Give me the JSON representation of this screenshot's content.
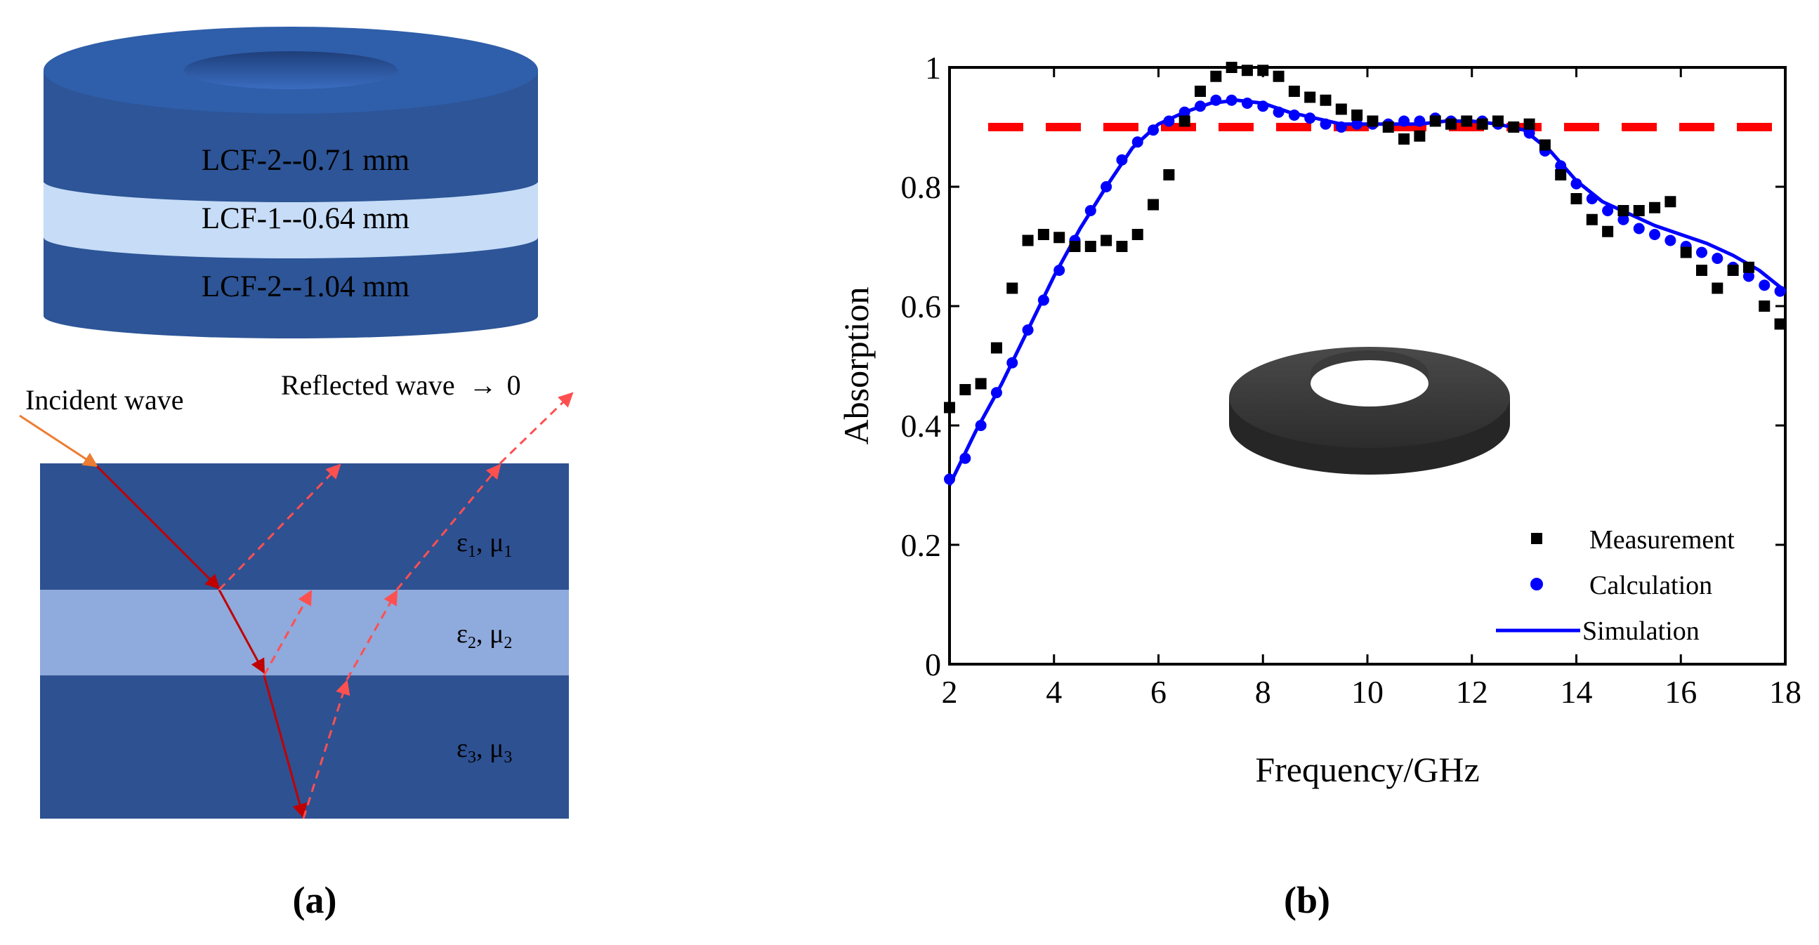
{
  "panel_a": {
    "caption": "(a)",
    "cylinder_layers": [
      "LCF-2--0.71 mm",
      "LCF-1--0.64 mm",
      "LCF-2--1.04 mm"
    ],
    "incident_label": "Incident wave",
    "reflected_label": "Reflected wave",
    "reflected_arrow": "→",
    "reflected_value": "0",
    "layers": [
      {
        "eps": "ε",
        "eps_sub": "1",
        "mu": "μ",
        "mu_sub": "1"
      },
      {
        "eps": "ε",
        "eps_sub": "2",
        "mu": "μ",
        "mu_sub": "2"
      },
      {
        "eps": "ε",
        "eps_sub": "3",
        "mu": "μ",
        "mu_sub": "3"
      }
    ],
    "colors": {
      "cyl_top": "#2f5eaa",
      "cyl_side": "#2d5597",
      "cyl_light": "#c6dcf7",
      "layer_dark": "#2e5192",
      "layer_light": "#8faadc",
      "incident": "#ed7d31",
      "refracted": "#c00000",
      "reflected_dashed": "#ff5050"
    }
  },
  "panel_b": {
    "caption": "(b)",
    "colors": {
      "measurement": "#000000",
      "calculation": "#0000ff",
      "simulation": "#0000ff",
      "threshold": "#ff0000"
    }
  },
  "chart_data": {
    "type": "scatter",
    "xlabel": "Frequency/GHz",
    "ylabel": "Absorption",
    "xlim": [
      2,
      18
    ],
    "ylim": [
      0,
      1
    ],
    "xticks": [
      2,
      4,
      6,
      8,
      10,
      12,
      14,
      16,
      18
    ],
    "yticks": [
      0,
      0.2,
      0.4,
      0.6,
      0.8,
      1
    ],
    "ytick_labels": [
      "0",
      "0.2",
      "0.4",
      "0.6",
      "0.8",
      "1"
    ],
    "threshold": 0.9,
    "legend_position": "bottom-right",
    "series": [
      {
        "name": "Measurement",
        "style": "square",
        "x": [
          2.0,
          2.3,
          2.6,
          2.9,
          3.2,
          3.5,
          3.8,
          4.1,
          4.4,
          4.7,
          5.0,
          5.3,
          5.6,
          5.9,
          6.2,
          6.5,
          6.8,
          7.1,
          7.4,
          7.7,
          8.0,
          8.3,
          8.6,
          8.9,
          9.2,
          9.5,
          9.8,
          10.1,
          10.4,
          10.7,
          11.0,
          11.3,
          11.6,
          11.9,
          12.2,
          12.5,
          12.8,
          13.1,
          13.4,
          13.7,
          14.0,
          14.3,
          14.6,
          14.9,
          15.2,
          15.5,
          15.8,
          16.1,
          16.4,
          16.7,
          17.0,
          17.3,
          17.6,
          17.9
        ],
        "y": [
          0.43,
          0.46,
          0.47,
          0.53,
          0.63,
          0.71,
          0.72,
          0.715,
          0.7,
          0.7,
          0.71,
          0.7,
          0.72,
          0.77,
          0.82,
          0.91,
          0.96,
          0.985,
          1.0,
          0.995,
          0.995,
          0.985,
          0.96,
          0.95,
          0.945,
          0.93,
          0.92,
          0.91,
          0.9,
          0.88,
          0.885,
          0.91,
          0.905,
          0.91,
          0.905,
          0.91,
          0.9,
          0.905,
          0.87,
          0.82,
          0.78,
          0.745,
          0.725,
          0.76,
          0.76,
          0.765,
          0.775,
          0.69,
          0.66,
          0.63,
          0.66,
          0.665,
          0.6,
          0.57
        ]
      },
      {
        "name": "Calculation",
        "style": "circle",
        "x": [
          2.0,
          2.3,
          2.6,
          2.9,
          3.2,
          3.5,
          3.8,
          4.1,
          4.4,
          4.7,
          5.0,
          5.3,
          5.6,
          5.9,
          6.2,
          6.5,
          6.8,
          7.1,
          7.4,
          7.7,
          8.0,
          8.3,
          8.6,
          8.9,
          9.2,
          9.5,
          9.8,
          10.1,
          10.4,
          10.7,
          11.0,
          11.3,
          11.6,
          11.9,
          12.2,
          12.5,
          12.8,
          13.1,
          13.4,
          13.7,
          14.0,
          14.3,
          14.6,
          14.9,
          15.2,
          15.5,
          15.8,
          16.1,
          16.4,
          16.7,
          17.0,
          17.3,
          17.6,
          17.9
        ],
        "y": [
          0.31,
          0.345,
          0.4,
          0.455,
          0.505,
          0.56,
          0.61,
          0.66,
          0.71,
          0.76,
          0.8,
          0.845,
          0.875,
          0.895,
          0.91,
          0.925,
          0.935,
          0.945,
          0.945,
          0.94,
          0.935,
          0.925,
          0.92,
          0.915,
          0.905,
          0.9,
          0.905,
          0.905,
          0.905,
          0.91,
          0.91,
          0.915,
          0.91,
          0.91,
          0.91,
          0.905,
          0.9,
          0.89,
          0.86,
          0.835,
          0.805,
          0.78,
          0.76,
          0.745,
          0.73,
          0.72,
          0.71,
          0.7,
          0.69,
          0.68,
          0.665,
          0.65,
          0.635,
          0.625
        ]
      },
      {
        "name": "Simulation",
        "style": "line",
        "x": [
          2.0,
          2.5,
          3.0,
          3.5,
          4.0,
          4.5,
          5.0,
          5.5,
          6.0,
          6.5,
          7.0,
          7.5,
          8.0,
          8.5,
          9.0,
          9.5,
          10.0,
          10.5,
          11.0,
          11.5,
          12.0,
          12.5,
          13.0,
          13.5,
          14.0,
          14.5,
          15.0,
          15.5,
          16.0,
          16.5,
          17.0,
          17.5,
          18.0
        ],
        "y": [
          0.3,
          0.39,
          0.47,
          0.56,
          0.65,
          0.73,
          0.8,
          0.865,
          0.905,
          0.925,
          0.94,
          0.945,
          0.94,
          0.925,
          0.915,
          0.905,
          0.905,
          0.905,
          0.905,
          0.91,
          0.91,
          0.905,
          0.895,
          0.86,
          0.81,
          0.775,
          0.755,
          0.735,
          0.72,
          0.705,
          0.685,
          0.66,
          0.625
        ]
      }
    ]
  }
}
